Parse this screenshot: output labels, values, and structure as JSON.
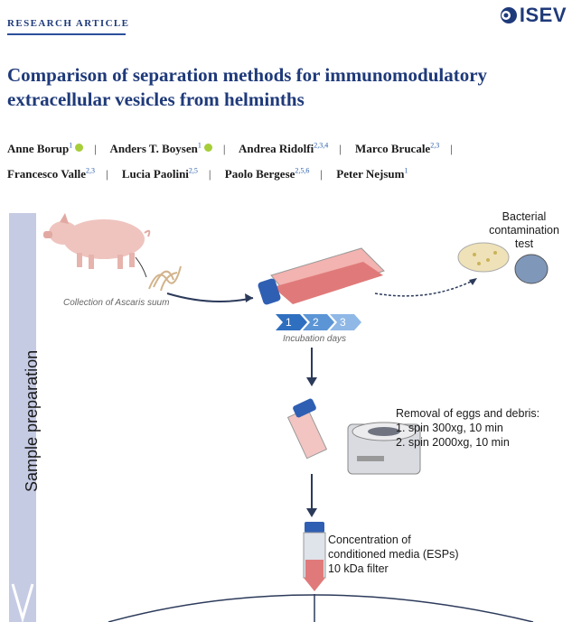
{
  "header": {
    "label": "RESEARCH ARTICLE",
    "logo_text": "ISEV"
  },
  "title": "Comparison of separation methods for immunomodulatory extracellular vesicles from helminths",
  "authors": [
    {
      "name": "Anne Borup",
      "aff": "1",
      "orcid": true
    },
    {
      "name": "Anders T. Boysen",
      "aff": "1",
      "orcid": true
    },
    {
      "name": "Andrea Ridolfi",
      "aff": "2,3,4",
      "orcid": false
    },
    {
      "name": "Marco Brucale",
      "aff": "2,3",
      "orcid": false
    },
    {
      "name": "Francesco Valle",
      "aff": "2,3",
      "orcid": false
    },
    {
      "name": "Lucia Paolini",
      "aff": "2,5",
      "orcid": false
    },
    {
      "name": "Paolo Bergese",
      "aff": "2,5,6",
      "orcid": false
    },
    {
      "name": "Peter Nejsum",
      "aff": "1",
      "orcid": false
    }
  ],
  "figure": {
    "sidebar_label": "Sample preparation",
    "collection_caption": "Collection of Ascaris suum",
    "incubation_days": [
      "1",
      "2",
      "3"
    ],
    "incubation_caption": "Incubation days",
    "bacterial_test": [
      "Bacterial",
      "contamination",
      "test"
    ],
    "removal": [
      "Removal of eggs and debris:",
      "1. spin 300xg, 10 min",
      "2. spin 2000xg, 10 min"
    ],
    "concentration": [
      "Concentration of",
      "conditioned media (ESPs)",
      "10 kDa filter"
    ]
  },
  "colors": {
    "accent": "#1f3a7a",
    "link": "#2b5fae",
    "sidebar": "#c6cbe4",
    "orcid": "#a6ce39",
    "flask": "#e07a7a",
    "cap": "#2f5fb3"
  }
}
